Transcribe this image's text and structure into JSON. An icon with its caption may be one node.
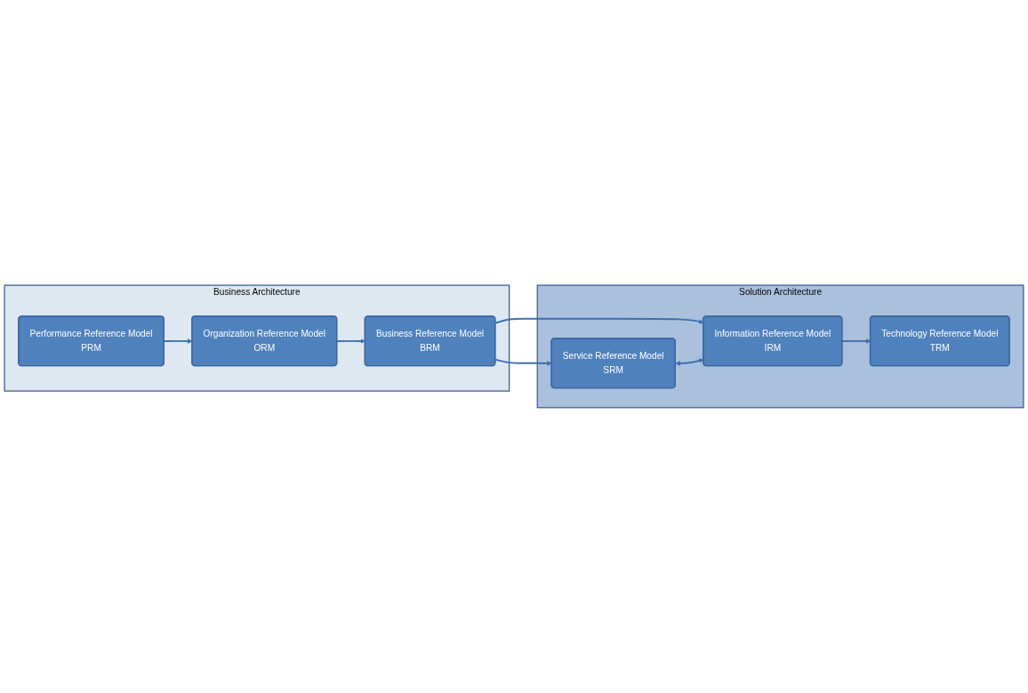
{
  "diagram": {
    "nodes": [
      {
        "text": [
          "Business Architecture"
        ]
      },
      {
        "text": [
          "Performance Reference Model",
          "PRM"
        ],
        "in": 0
      },
      {
        "text": [
          "Organization Reference Model",
          "ORM"
        ],
        "in": 0
      },
      {
        "text": [
          "Business Reference Model",
          "BRM"
        ],
        "in": 0
      },
      {
        "text": [
          "Solution Architecture"
        ]
      },
      {
        "text": [
          "Service Reference Model",
          "SRM"
        ],
        "in": 4
      },
      {
        "text": [
          "Information Reference Model",
          "IRM"
        ],
        "in": 4
      },
      {
        "text": [
          "Technology Reference Model",
          "TRM"
        ],
        "in": 4
      }
    ],
    "edges": [
      {
        "from": 1,
        "to": 2,
        "arrow": "to"
      },
      {
        "from": 2,
        "to": 3,
        "arrow": "to"
      },
      {
        "from": 3,
        "to": 5,
        "arrow": "to"
      },
      {
        "from": 3,
        "to": 6,
        "arrow": "to"
      },
      {
        "from": 5,
        "to": 6,
        "arrow": "both"
      },
      {
        "from": 6,
        "to": 7,
        "arrow": "to"
      }
    ]
  }
}
